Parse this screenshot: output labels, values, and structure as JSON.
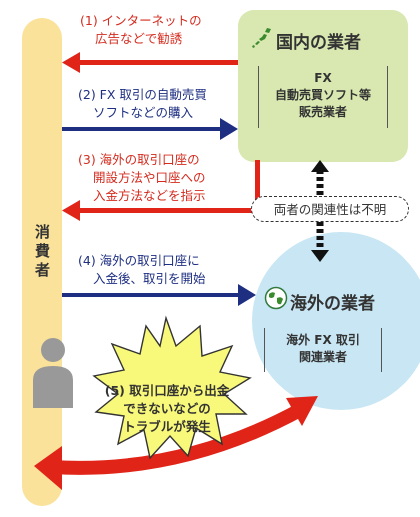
{
  "consumer": {
    "label": "消費者"
  },
  "domestic": {
    "title": "国内の業者",
    "details": [
      "FX",
      "自動売買ソフト等",
      "販売業者"
    ]
  },
  "overseas": {
    "title": "海外の業者",
    "details": [
      "海外 FX 取引",
      "関連業者"
    ]
  },
  "relation": {
    "label": "両者の関連性は不明"
  },
  "steps": [
    {
      "lines": [
        "(1) インターネットの",
        "広告などで勧誘"
      ]
    },
    {
      "lines": [
        "(2) FX 取引の自動売買",
        "ソフトなどの購入"
      ]
    },
    {
      "lines": [
        "(3) 海外の取引口座の",
        "開設方法や口座への",
        "入金方法などを指示"
      ]
    },
    {
      "lines": [
        "(4) 海外の取引口座に",
        "入金後、取引を開始"
      ]
    },
    {
      "lines": [
        "(5) 取引口座から出金",
        "できないなどの",
        "トラブルが発生"
      ]
    }
  ],
  "colors": {
    "red_arrow": "#e02418",
    "blue_arrow": "#1e2f82",
    "consumer_bar": "#fae29a",
    "domestic_bg": "#d8e8b0",
    "overseas_bg": "#c8e6f3",
    "burst_bg": "#f8f87a"
  },
  "icons": [
    "japan-map-icon",
    "globe-icon",
    "person-icon"
  ]
}
